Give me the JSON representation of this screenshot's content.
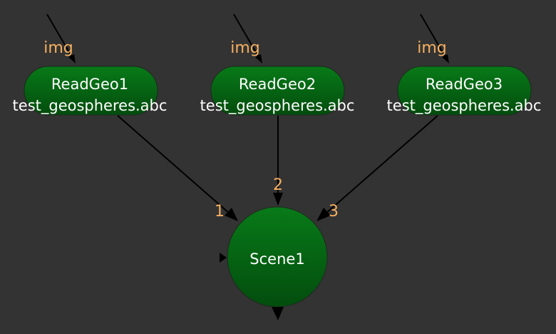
{
  "graph": {
    "background": "#333333",
    "nodes": [
      {
        "id": "ReadGeo1",
        "label": "ReadGeo1",
        "file": "test_geospheres.abc",
        "input_label": "img",
        "shape": "pill"
      },
      {
        "id": "ReadGeo2",
        "label": "ReadGeo2",
        "file": "test_geospheres.abc",
        "input_label": "img",
        "shape": "pill"
      },
      {
        "id": "ReadGeo3",
        "label": "ReadGeo3",
        "file": "test_geospheres.abc",
        "input_label": "img",
        "shape": "pill"
      },
      {
        "id": "Scene1",
        "label": "Scene1",
        "shape": "circle"
      }
    ],
    "edges": [
      {
        "from": "ReadGeo1",
        "to": "Scene1",
        "input_label": "1"
      },
      {
        "from": "ReadGeo2",
        "to": "Scene1",
        "input_label": "2"
      },
      {
        "from": "ReadGeo3",
        "to": "Scene1",
        "input_label": "3"
      }
    ],
    "colors": {
      "node_fill_top": "#087a18",
      "node_fill_bottom": "#034d0e",
      "node_border": "#1c2a1c",
      "label_text": "#ffffff",
      "port_label": "#f5b060",
      "edge": "#000000"
    }
  }
}
